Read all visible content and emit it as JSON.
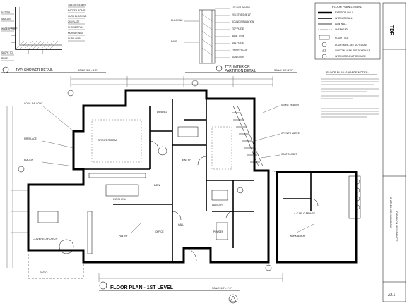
{
  "details": {
    "shower_title": "TYP. SHOWER DETAIL",
    "shower_scale": "SCALE: 3/4\" = 1'-0\"",
    "partition_title_1": "TYP. INTERIOR",
    "partition_title_2": "PARTITION DETAIL",
    "partition_scale": "SCALE: 3/4\"=1'-0\""
  },
  "legend": {
    "title": "FLOOR PLAN LEGEND",
    "room_title": "ROOM TITLE",
    "door_mark": "DOOR MARK-SEE SCHEDULE",
    "window_mark": "WINDOW MARK-SEE SCHEDULE",
    "elevation_mark": "INTERIOR ELEVATION MARK"
  },
  "notes": {
    "title": "FLOOR PLAN GARAGE NOTES:"
  },
  "rooms": {
    "great_room": "GREAT ROOM",
    "kitchen": "KITCHEN",
    "den": "DEN",
    "entry": "ENTRY",
    "garage": "4-CAR GARAGE",
    "covered_porch": "COVERED PORCH",
    "dining": "DINING",
    "patio": "PATIO"
  },
  "plan": {
    "title": "FLOOR PLAN - 1ST LEVEL",
    "scale": "SCALE: 1/4\" = 1'-0\""
  },
  "title_block": {
    "project": "D RANCH RESIDENCE",
    "location": "CHARLES AND KIM MORGAN",
    "sheet": "A2.1",
    "firm": "TDR"
  }
}
